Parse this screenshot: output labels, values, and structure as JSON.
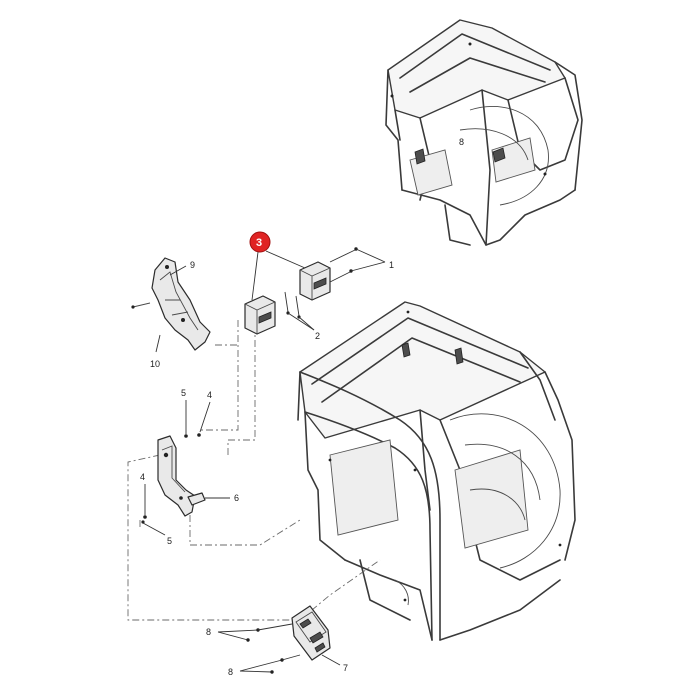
{
  "callouts": {
    "c3": "3",
    "c1": "1",
    "c2": "2",
    "c9": "9",
    "c10": "10",
    "c5a": "5",
    "c4a": "4",
    "c4b": "4",
    "c5b": "5",
    "c6": "6",
    "c8top": "8",
    "c8a": "8",
    "c8b": "8",
    "c7": "7"
  },
  "colors": {
    "highlight": "#e02424",
    "line": "#3a3a3a"
  }
}
